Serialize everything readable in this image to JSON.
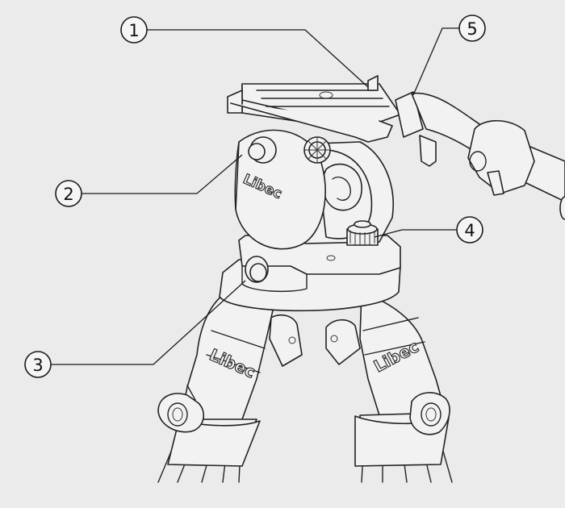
{
  "callouts": [
    {
      "id": "c1",
      "label": "1"
    },
    {
      "id": "c2",
      "label": "2"
    },
    {
      "id": "c3",
      "label": "3"
    },
    {
      "id": "c4",
      "label": "4"
    },
    {
      "id": "c5",
      "label": "5"
    }
  ],
  "branding": {
    "head_logo": "Libec",
    "leg_left_logo": "Libec",
    "leg_right_logo": "Libec"
  },
  "colors": {
    "background": "#ebebeb",
    "line": "#222222",
    "fill": "#f2f2f2"
  }
}
